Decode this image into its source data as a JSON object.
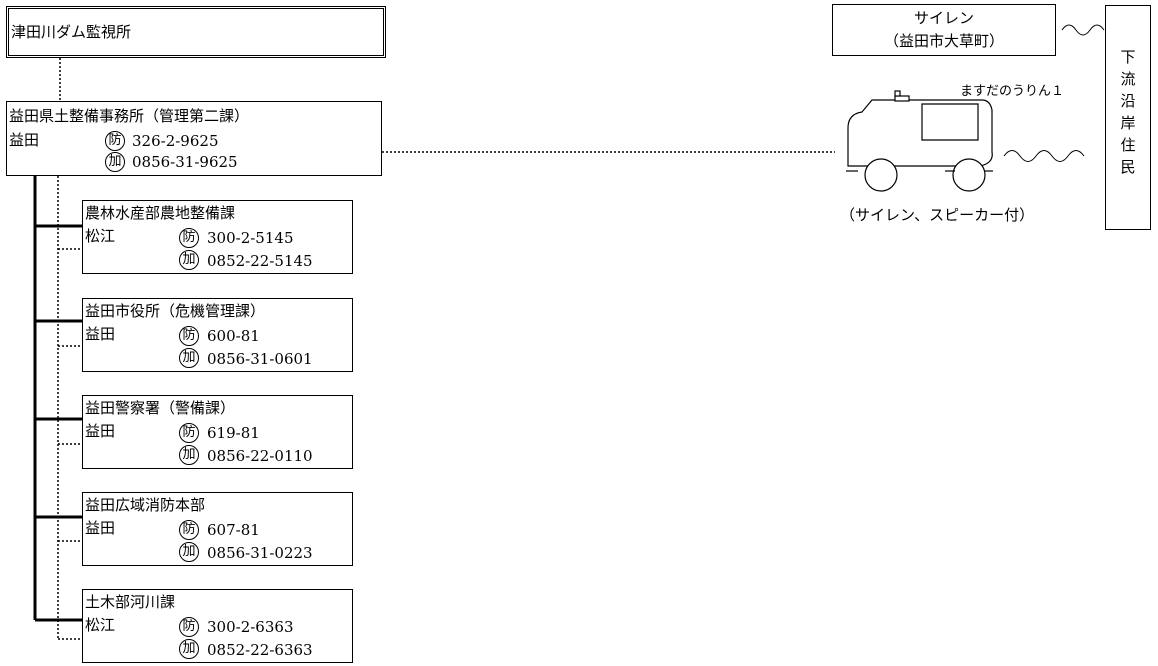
{
  "monitor": {
    "title": "津田川ダム監視所"
  },
  "main_office": {
    "name": "益田県土整備事務所（管理第二課）",
    "location": "益田",
    "phone1_mark": "防",
    "phone1": "326-2-9625",
    "phone2_mark": "加",
    "phone2": "0856-31-9625"
  },
  "contacts": [
    {
      "name": "農林水産部農地整備課",
      "location": "松江",
      "phone1_mark": "防",
      "phone1": "300-2-5145",
      "phone2_mark": "加",
      "phone2": "0852-22-5145"
    },
    {
      "name": "益田市役所（危機管理課）",
      "location": "益田",
      "phone1_mark": "防",
      "phone1": "600-81",
      "phone2_mark": "加",
      "phone2": "0856-31-0601"
    },
    {
      "name": "益田警察署（警備課）",
      "location": "益田",
      "phone1_mark": "防",
      "phone1": "619-81",
      "phone2_mark": "加",
      "phone2": "0856-22-0110"
    },
    {
      "name": "益田広域消防本部",
      "location": "益田",
      "phone1_mark": "防",
      "phone1": "607-81",
      "phone2_mark": "加",
      "phone2": "0856-31-0223"
    },
    {
      "name": "土木部河川課",
      "location": "松江",
      "phone1_mark": "防",
      "phone1": "300-2-6363",
      "phone2_mark": "加",
      "phone2": "0852-22-6363"
    }
  ],
  "siren": {
    "line1": "サイレン",
    "line2": "（益田市大草町）"
  },
  "patrol_car": {
    "name": "ますだのうりん１",
    "caption": "（サイレン、スピーカー付）"
  },
  "residents": {
    "label_chars": [
      "下",
      "流",
      "沿",
      "岸",
      "住",
      "民"
    ]
  }
}
